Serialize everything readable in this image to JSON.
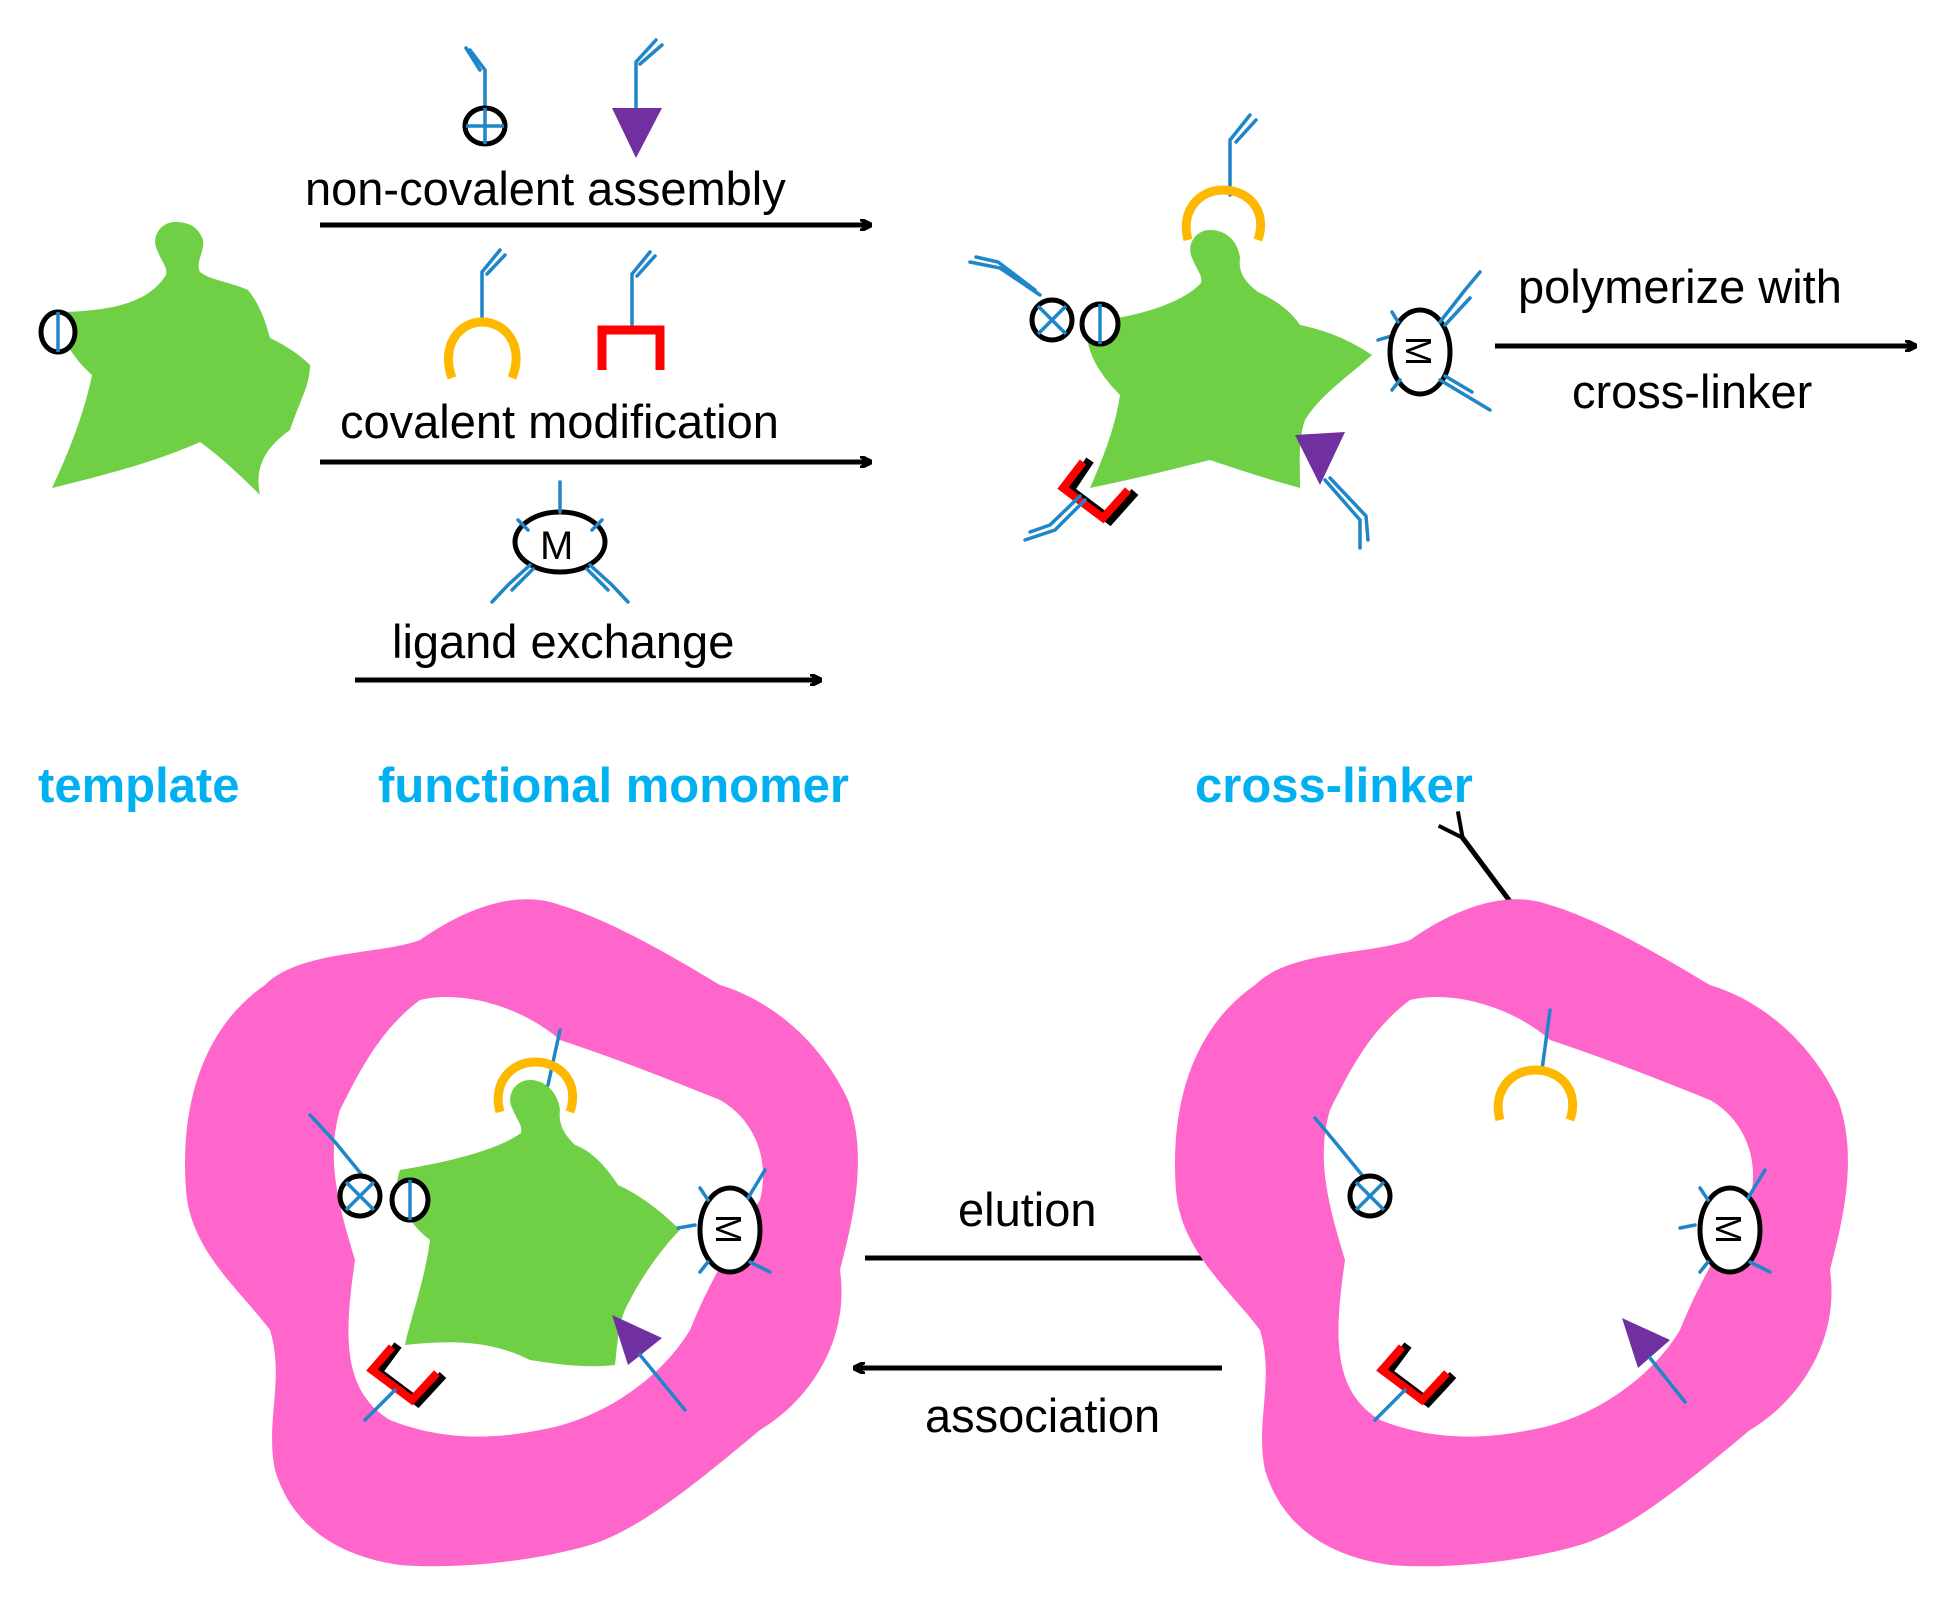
{
  "labels": {
    "non_covalent": "non-covalent assembly",
    "covalent": "covalent modification",
    "ligand_exchange": "ligand exchange",
    "polymerize_line1": "polymerize with",
    "polymerize_line2": "cross-linker",
    "template": "template",
    "functional_monomer": "functional monomer",
    "cross_linker": "cross-linker",
    "elution": "elution",
    "association": "association",
    "metal_symbol": "M"
  },
  "colors": {
    "template": "#6fcf45",
    "polymer": "#ff66cc",
    "label_blue": "#00b0f0",
    "stem_blue": "#1f86c8",
    "hook_orange": "#ffb800",
    "bracket_red": "#ff0000",
    "triangle_purple": "#7030a0"
  },
  "icons": [
    "plus-circle-icon",
    "triangle-icon",
    "half-ring-icon",
    "bracket-icon",
    "metal-complex-icon",
    "cross-circle-icon",
    "theta-circle-icon"
  ]
}
